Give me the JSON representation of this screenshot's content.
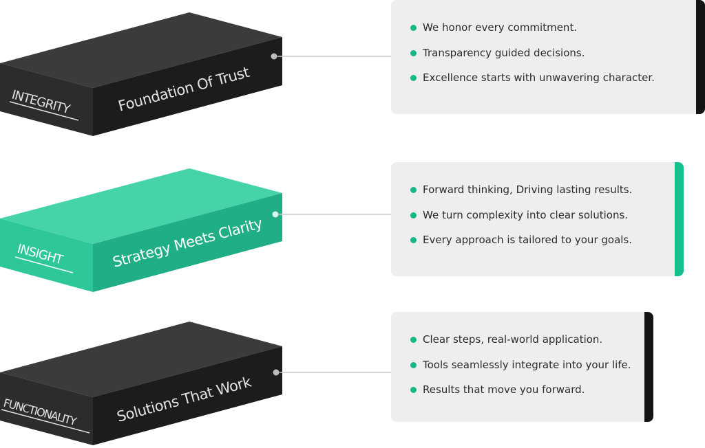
{
  "colors": {
    "dark_block_front": "#2c2c2c",
    "dark_block_top": "#3b3b3b",
    "dark_block_side": "#1c1c1c",
    "green_block_front": "#2ec79a",
    "green_block_top": "#46d3aa",
    "green_block_side": "#1fae85",
    "accent_dark": "#141414",
    "accent_green": "#15c08e",
    "bullet_green": "#15b886",
    "card_background": "#eeeeee",
    "connector": "#c9c9c9"
  },
  "blocks": [
    {
      "id": "integrity",
      "keyword": "INTEGRITY",
      "tagline": "Foundation Of Trust",
      "style": "dark"
    },
    {
      "id": "insight",
      "keyword": "INSIGHT",
      "tagline": "Strategy Meets Clarity",
      "style": "green"
    },
    {
      "id": "functionality",
      "keyword": "FUNCTIONALITY",
      "tagline": "Solutions That Work",
      "style": "dark"
    }
  ],
  "cards": [
    {
      "id": "integrity",
      "accent": "dark",
      "items": [
        "We honor every commitment.",
        "Transparency guided decisions.",
        "Excellence starts with unwavering character."
      ]
    },
    {
      "id": "insight",
      "accent": "green",
      "items": [
        "Forward thinking, Driving lasting results.",
        "We turn complexity into clear solutions.",
        "Every approach is tailored to your goals."
      ]
    },
    {
      "id": "functionality",
      "accent": "dark",
      "items": [
        "Clear steps, real-world application.",
        "Tools seamlessly integrate into your life.",
        "Results that move you forward."
      ]
    }
  ]
}
